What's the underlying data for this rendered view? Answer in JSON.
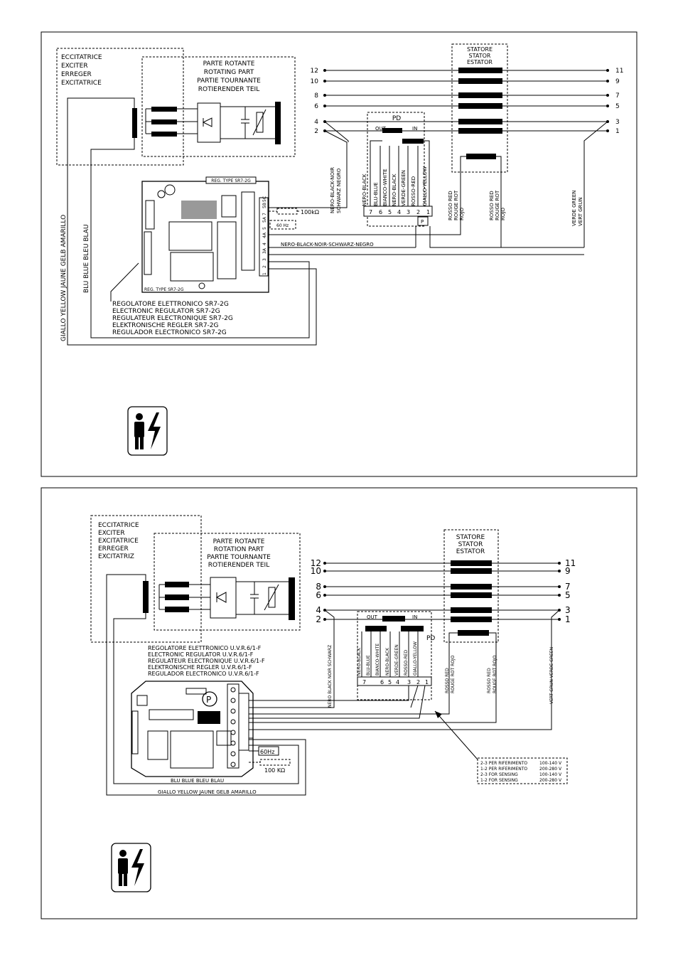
{
  "diagram1": {
    "exciter_label": [
      "ECCITATRICE",
      "EXCITER",
      "ERREGER",
      "EXCITATRICE"
    ],
    "rotating_part_label": [
      "PARTE ROTANTE",
      "ROTATING PART",
      "PARTIE TOURNANTE",
      "ROTIERENDER TEIL"
    ],
    "stator_label": [
      "STATORE",
      "STATOR",
      "ESTATOR"
    ],
    "left_terminals": [
      "12",
      "10",
      "8",
      "6",
      "4",
      "2"
    ],
    "right_terminals": [
      "11",
      "9",
      "7",
      "5",
      "3",
      "1"
    ],
    "pd_label": "PD",
    "out_label": "OUT",
    "in_label": "IN",
    "pd_wires": [
      "NERO-BLACK",
      "BLU-BLUE",
      "BIANCO-WHITE",
      "NERO-BLACK",
      "VERDE-GREEN",
      "ROSSO-RED",
      "GIALLO-YELLOW"
    ],
    "pd_terminals": [
      "7",
      "6",
      "5",
      "4",
      "3",
      "2",
      "1"
    ],
    "p_label": "P",
    "black_wire_label": [
      "NERO-BLACK-NOIR",
      "SCHWARZ NEGRO"
    ],
    "red_wire_1": [
      "ROSSO RED",
      "ROUGE ROT",
      "ROJO"
    ],
    "red_wire_2": [
      "ROSSO RED",
      "ROUGE ROT",
      "ROJO"
    ],
    "green_wire": [
      "VERDE GREEN",
      "VERT GRUN"
    ],
    "black_bottom_wire": "NERO-BLACK-NOIR-SCHWARZ-NEGRO",
    "yellow_wire": "GIALLO YELLOW JAUNE GELB AMARILLO",
    "blue_wire": "BLU BLUE BLEU BLAU",
    "resistor": "100kΩ",
    "freq": "60 Hz",
    "reg_type_top": "REG. TYPE SR7-2G",
    "reg_type_bottom": "REG. TYPE SR7-2G",
    "reg_terminals": [
      "1",
      "2",
      "3",
      "3A",
      "4",
      "4A",
      "5",
      "5A",
      "7",
      "5B",
      "5C"
    ],
    "regulator_label": [
      "REGOLATORE ELETTRONICO SR7-2G",
      "ELECTRONIC REGULATOR SR7-2G",
      "REGULATEUR ELECTRONIQUE SR7-2G",
      "ELEKTRONISCHE REGLER SR7-2G",
      "REGULADOR ELECTRONICO SR7-2G"
    ]
  },
  "diagram2": {
    "exciter_label": [
      "ECCITATRICE",
      "EXCITER",
      "EXCITATRICE",
      "ERREGER",
      "EXCITATRIZ"
    ],
    "rotating_part_label": [
      "PARTE ROTANTE",
      "ROTATION PART",
      "PARTIE TOURNANTE",
      "ROTIERENDER TEIL"
    ],
    "stator_label": [
      "STATORE",
      "STATOR",
      "ESTATOR"
    ],
    "left_terminals": [
      "12",
      "10",
      "8",
      "6",
      "4",
      "2"
    ],
    "right_terminals": [
      "11",
      "9",
      "7",
      "5",
      "3",
      "1"
    ],
    "pd_label": "PD",
    "out_label": "OUT",
    "in_label": "IN",
    "pd_wires": [
      "NERO-BLACK",
      "BLU-BLUE",
      "BIANCO-WHITE",
      "NERO-BLACK",
      "VERDE-GREEN",
      "ROSSO-RED",
      "GIALLO-YELLOW"
    ],
    "pd_terminals": [
      "7",
      "6",
      "5",
      "4",
      "3",
      "2",
      "1"
    ],
    "regulator_label": [
      "REGOLATORE ELETTRONICO U.V.R.6/1-F",
      "ELECTRONIC REGULATOR U.V.R.6/1-F",
      "REGULATEUR ELECTRONIQUE U.V.R.6/1-F",
      "ELEKTRONISCHE REGLER U.V.R.6/1-F",
      "REGULADOR ELECTRONICO U.V.R.6/1-F"
    ],
    "black_wire_label": "NERO BLACK NOIR SCHWARZ",
    "red_wire_1": [
      "ROSSO RED",
      "ROUGE ROT ROJO"
    ],
    "red_wire_2": [
      "ROSSO RED",
      "ROUGE ROT ROJO"
    ],
    "green_wire": "VERT GRUN VERDE GREEN",
    "freq": "60Hz",
    "resistor": "100 KΩ",
    "pot_label": "P",
    "blue_wire": "BLU BLUE BLEU BLAU",
    "yellow_wire": "GIALLO YELLOW JAUNE GELB AMARILLO",
    "sensing_table": [
      [
        "2-3 PER RIFERIMENTO",
        "100-140 V"
      ],
      [
        "1-2 PER RIFERIMENTO",
        "200-280 V"
      ],
      [
        "2-3 FOR SENSING",
        "100-140 V"
      ],
      [
        "1-2 FOR SENSING",
        "200-280 V"
      ]
    ]
  },
  "icons": [
    "electrician-warning-icon",
    "electrician-warning-icon"
  ]
}
